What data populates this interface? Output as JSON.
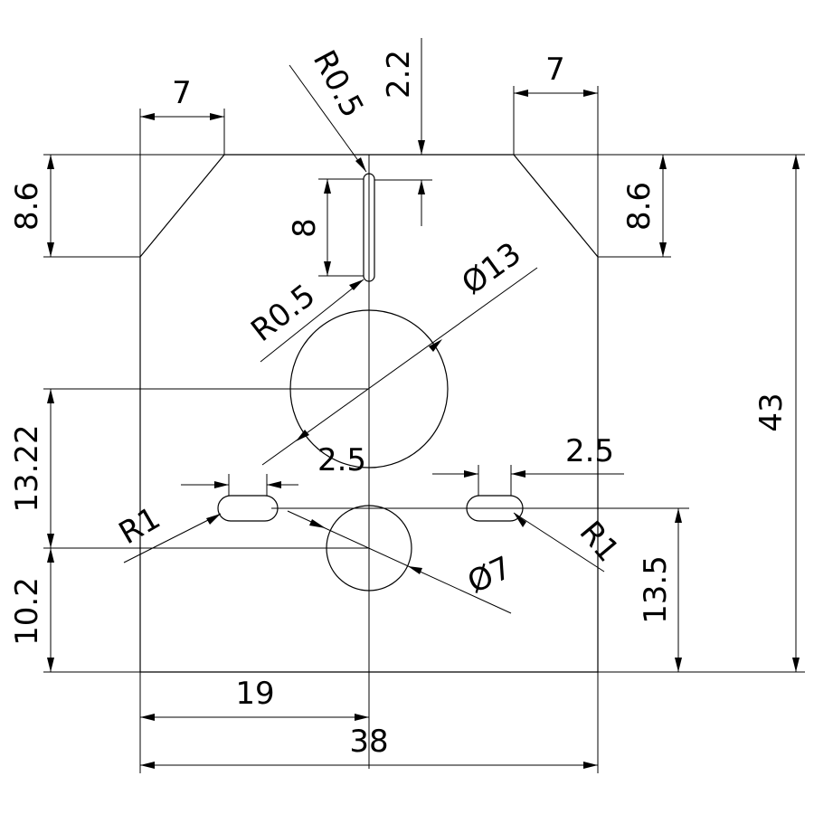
{
  "drawing": {
    "dimensions": {
      "chamfer_width_left": "7",
      "chamfer_width_right": "7",
      "chamfer_height_left": "8.6",
      "chamfer_height_right": "8.6",
      "slot_radius_top": "R0.5",
      "slot_radius_bottom": "R0.5",
      "slot_offset": "2.2",
      "slot_length": "8",
      "hole_large_diameter": "Ø13",
      "hole_large_offset": "13.22",
      "hole_small_diameter": "Ø7",
      "hole_small_height": "10.2",
      "slot_left_width": "2.5",
      "slot_right_width": "2.5",
      "slot_left_radius": "R1",
      "slot_right_radius": "R1",
      "slot_height": "13.5",
      "half_width": "19",
      "total_width": "38",
      "total_height": "43"
    }
  }
}
